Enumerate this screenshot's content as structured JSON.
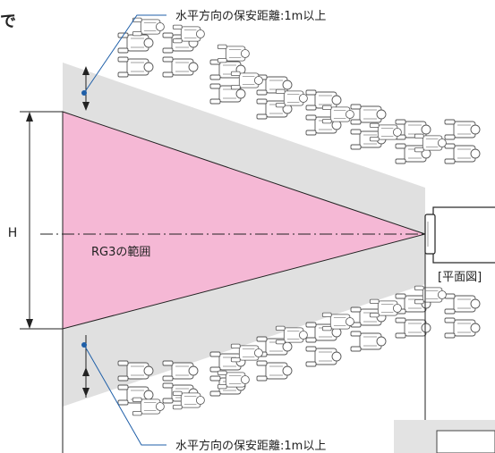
{
  "callouts": {
    "top": "水平方向の保安距離:1m以上",
    "bottom": "水平方向の保安距離:1m以上"
  },
  "dimension": {
    "height_label": "H"
  },
  "beam": {
    "range_label": "RG3の範囲"
  },
  "view": {
    "label": "[平面図]"
  },
  "page_fragment": "で",
  "colors": {
    "beam_fill": "#f5b8d5",
    "safety_zone": "#e0e0e0",
    "callout_line": "#1f5fa8",
    "callout_dot": "#1f5fa8",
    "line": "#222222"
  }
}
